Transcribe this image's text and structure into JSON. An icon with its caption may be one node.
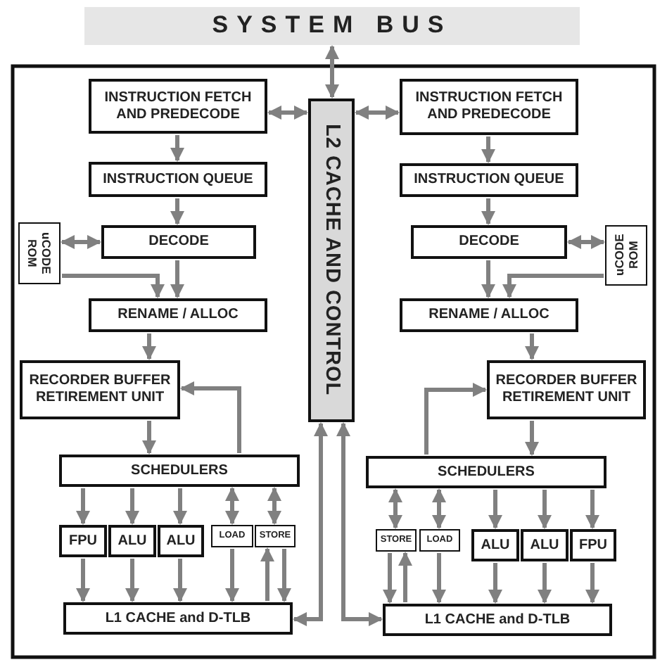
{
  "diagram": {
    "nodes": [
      {
        "text": [
          "SYSTEM BUS"
        ]
      },
      {
        "text": [
          "L2 CACHE AND CONTROL"
        ]
      },
      {
        "text": [
          "INSTRUCTION FETCH AND PREDECODE"
        ]
      },
      {
        "text": [
          "INSTRUCTION QUEUE"
        ]
      },
      {
        "text": [
          "uCODE ROM"
        ]
      },
      {
        "text": [
          "DECODE"
        ]
      },
      {
        "text": [
          "RENAME / ALLOC"
        ]
      },
      {
        "text": [
          "RECORDER BUFFER RETIREMENT UNIT"
        ]
      },
      {
        "text": [
          "SCHEDULERS"
        ]
      },
      {
        "text": [
          "FPU"
        ]
      },
      {
        "text": [
          "ALU"
        ]
      },
      {
        "text": [
          "ALU"
        ]
      },
      {
        "text": [
          "LOAD"
        ]
      },
      {
        "text": [
          "STORE"
        ]
      },
      {
        "text": [
          "L1 CACHE and D-TLB"
        ]
      },
      {
        "text": [
          "INSTRUCTION FETCH AND PREDECODE"
        ]
      },
      {
        "text": [
          "INSTRUCTION QUEUE"
        ]
      },
      {
        "text": [
          "DECODE"
        ]
      },
      {
        "text": [
          "uCODE ROM"
        ]
      },
      {
        "text": [
          "RENAME / ALLOC"
        ]
      },
      {
        "text": [
          "RECORDER BUFFER RETIREMENT UNIT"
        ]
      },
      {
        "text": [
          "SCHEDULERS"
        ]
      },
      {
        "text": [
          "STORE"
        ]
      },
      {
        "text": [
          "LOAD"
        ]
      },
      {
        "text": [
          "ALU"
        ]
      },
      {
        "text": [
          "ALU"
        ]
      },
      {
        "text": [
          "FPU"
        ]
      },
      {
        "text": [
          "L1 CACHE and D-TLB"
        ]
      }
    ],
    "edges": [
      {
        "from": 0,
        "to": 1,
        "arrow": "both"
      },
      {
        "from": 2,
        "to": 1,
        "arrow": "both"
      },
      {
        "from": 2,
        "to": 3,
        "arrow": "to"
      },
      {
        "from": 3,
        "to": 5,
        "arrow": "to"
      },
      {
        "from": 5,
        "to": 4,
        "arrow": "both"
      },
      {
        "from": 4,
        "to": 6,
        "arrow": "to"
      },
      {
        "from": 5,
        "to": 6,
        "arrow": "to"
      },
      {
        "from": 6,
        "to": 7,
        "arrow": "to"
      },
      {
        "from": 7,
        "to": 8,
        "arrow": "to"
      },
      {
        "from": 8,
        "to": 7,
        "arrow": "to"
      },
      {
        "from": 8,
        "to": 9,
        "arrow": "to"
      },
      {
        "from": 8,
        "to": 10,
        "arrow": "to"
      },
      {
        "from": 8,
        "to": 11,
        "arrow": "to"
      },
      {
        "from": 8,
        "to": 12,
        "arrow": "both"
      },
      {
        "from": 8,
        "to": 13,
        "arrow": "both"
      },
      {
        "from": 9,
        "to": 14,
        "arrow": "to"
      },
      {
        "from": 10,
        "to": 14,
        "arrow": "to"
      },
      {
        "from": 11,
        "to": 14,
        "arrow": "to"
      },
      {
        "from": 12,
        "to": 14,
        "arrow": "to"
      },
      {
        "from": 14,
        "to": 13,
        "arrow": "to"
      },
      {
        "from": 13,
        "to": 14,
        "arrow": "to"
      },
      {
        "from": 1,
        "to": 14,
        "arrow": "both"
      },
      {
        "from": 15,
        "to": 1,
        "arrow": "both"
      },
      {
        "from": 15,
        "to": 16,
        "arrow": "to"
      },
      {
        "from": 16,
        "to": 17,
        "arrow": "to"
      },
      {
        "from": 17,
        "to": 18,
        "arrow": "both"
      },
      {
        "from": 18,
        "to": 19,
        "arrow": "to"
      },
      {
        "from": 17,
        "to": 19,
        "arrow": "to"
      },
      {
        "from": 19,
        "to": 20,
        "arrow": "to"
      },
      {
        "from": 20,
        "to": 21,
        "arrow": "to"
      },
      {
        "from": 21,
        "to": 20,
        "arrow": "to"
      },
      {
        "from": 21,
        "to": 22,
        "arrow": "both"
      },
      {
        "from": 21,
        "to": 23,
        "arrow": "both"
      },
      {
        "from": 21,
        "to": 24,
        "arrow": "to"
      },
      {
        "from": 21,
        "to": 25,
        "arrow": "to"
      },
      {
        "from": 21,
        "to": 26,
        "arrow": "to"
      },
      {
        "from": 22,
        "to": 27,
        "arrow": "to"
      },
      {
        "from": 27,
        "to": 22,
        "arrow": "to"
      },
      {
        "from": 23,
        "to": 27,
        "arrow": "to"
      },
      {
        "from": 24,
        "to": 27,
        "arrow": "to"
      },
      {
        "from": 25,
        "to": 27,
        "arrow": "to"
      },
      {
        "from": 26,
        "to": 27,
        "arrow": "to"
      },
      {
        "from": 1,
        "to": 27,
        "arrow": "both"
      }
    ]
  }
}
